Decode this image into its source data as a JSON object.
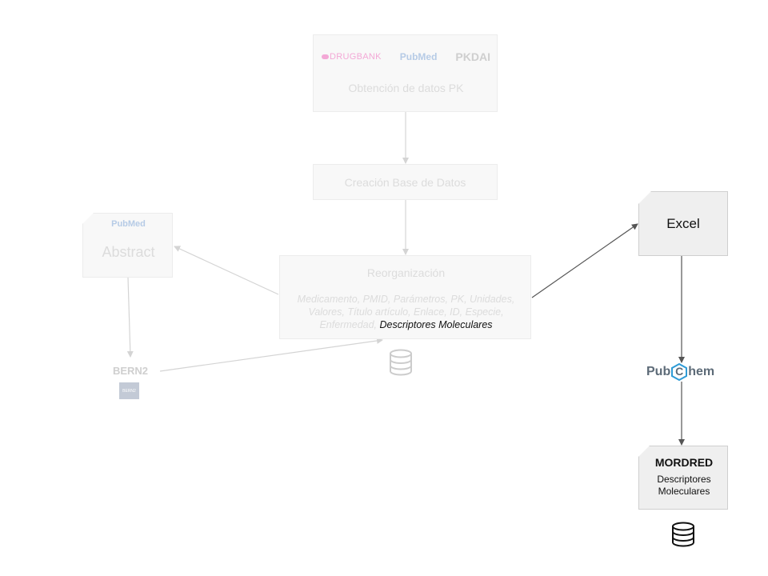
{
  "top_box": {
    "logos": {
      "drugbank": "DRUGBANK",
      "pubmed": "PubMed",
      "pkdai": "PKDAI"
    },
    "title": "Obtención de datos PK"
  },
  "db_creation": {
    "title": "Creación Base de Datos"
  },
  "abstract_box": {
    "logo": "PubMed",
    "title": "Abstract"
  },
  "reorg_box": {
    "title": "Reorganización",
    "fields_line1": "Medicamento, PMID, Parámetros, PK, Unidades,",
    "fields_line2": "Valores, Título artículo, Enlace, ID, Especie,",
    "fields_line3_faded": "Enfermedad,",
    "fields_line3_highlight": "Descriptores Moleculares"
  },
  "bern2": {
    "title": "BERN2",
    "badge": "BERN2"
  },
  "excel_box": {
    "title": "Excel"
  },
  "pubchem": {
    "logo_left": "Pub",
    "logo_c": "C",
    "logo_right": "hem"
  },
  "mordred_box": {
    "title": "MORDRED",
    "subtitle_line1": "Descriptores",
    "subtitle_line2": "Moleculares"
  },
  "icons": {
    "reorg_db": "database-icon",
    "mordred_db": "database-icon"
  },
  "colors": {
    "faded_text": "#dcdcdc",
    "faded_arrow": "#d4d4d4",
    "dark_arrow": "#555555",
    "drugbank": "#f3a8d6",
    "pubmed": "#b6cbe6",
    "pubchem_blue": "#2e9bd6"
  }
}
